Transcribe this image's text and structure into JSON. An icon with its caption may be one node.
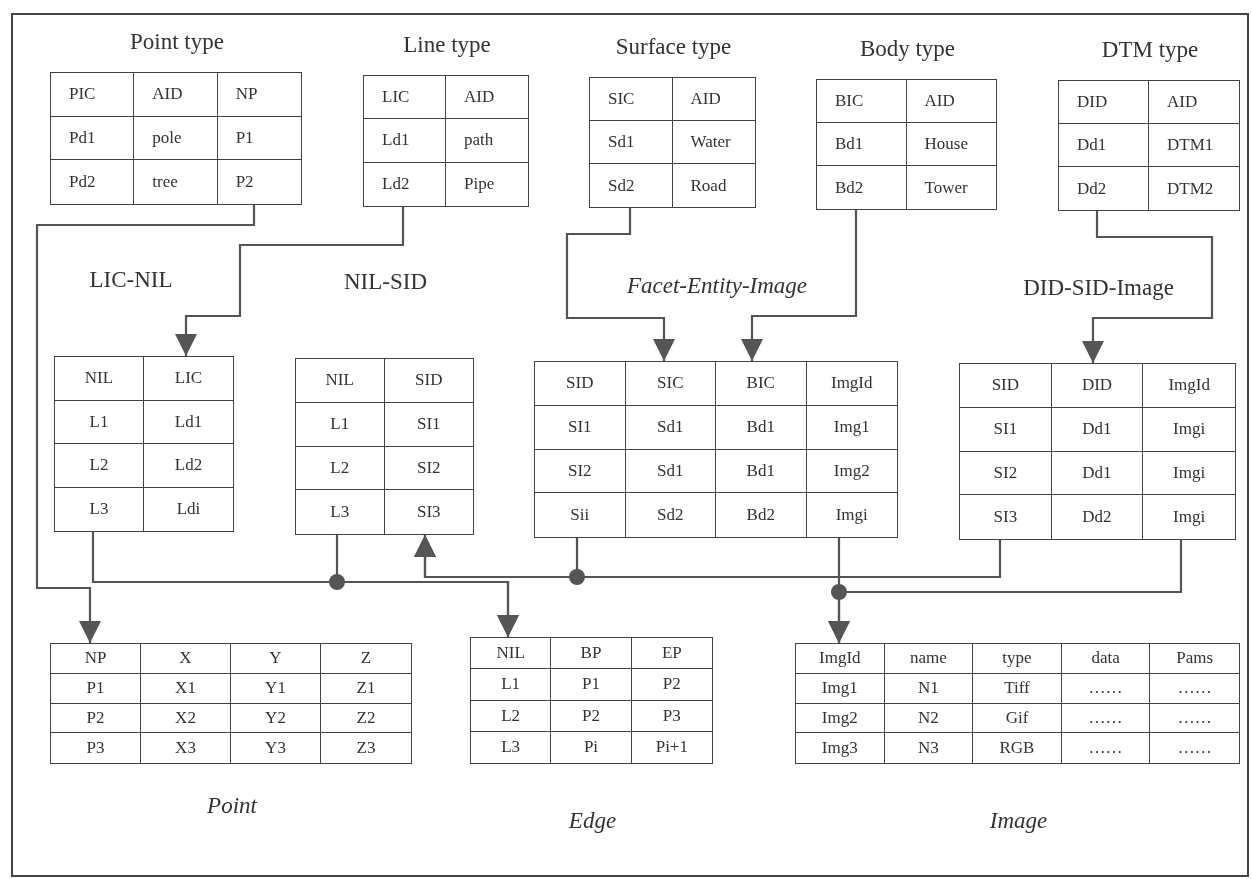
{
  "diagram": {
    "nodes": [
      {
        "text": [
          "Point type",
          "PIC",
          "AID",
          "NP",
          "Pd1",
          "pole",
          "P1",
          "Pd2",
          "tree",
          "P2"
        ]
      },
      {
        "text": [
          "Line type",
          "LIC",
          "AID",
          "Ld1",
          "path",
          "Ld2",
          "Pipe"
        ]
      },
      {
        "text": [
          "Surface type",
          "SIC",
          "AID",
          "Sd1",
          "Water",
          "Sd2",
          "Road"
        ]
      },
      {
        "text": [
          "Body type",
          "BIC",
          "AID",
          "Bd1",
          "House",
          "Bd2",
          "Tower"
        ]
      },
      {
        "text": [
          "DTM type",
          "DID",
          "AID",
          "Dd1",
          "DTM1",
          "Dd2",
          "DTM2"
        ]
      },
      {
        "text": [
          "LIC-NIL",
          "NIL",
          "LIC",
          "L1",
          "Ld1",
          "L2",
          "Ld2",
          "L3",
          "Ldi"
        ]
      },
      {
        "text": [
          "NIL-SID",
          "NIL",
          "SID",
          "L1",
          "SI1",
          "L2",
          "SI2",
          "L3",
          "SI3"
        ]
      },
      {
        "text": [
          "Facet-Entity-Image",
          "SID",
          "SIC",
          "BIC",
          "ImgId",
          "SI1",
          "Sd1",
          "Bd1",
          "Img1",
          "SI2",
          "Sd1",
          "Bd1",
          "Img2",
          "Sii",
          "Sd2",
          "Bd2",
          "Imgi"
        ]
      },
      {
        "text": [
          "DID-SID-Image",
          "SID",
          "DID",
          "ImgId",
          "SI1",
          "Dd1",
          "Imgi",
          "SI2",
          "Dd1",
          "Imgi",
          "SI3",
          "Dd2",
          "Imgi"
        ]
      },
      {
        "text": [
          "Point",
          "NP",
          "X",
          "Y",
          "Z",
          "P1",
          "X1",
          "Y1",
          "Z1",
          "P2",
          "X2",
          "Y2",
          "Z2",
          "P3",
          "X3",
          "Y3",
          "Z3"
        ]
      },
      {
        "text": [
          "Edge",
          "NIL",
          "BP",
          "EP",
          "L1",
          "P1",
          "P2",
          "L2",
          "P2",
          "P3",
          "L3",
          "Pi",
          "Pi+1"
        ]
      },
      {
        "text": [
          "Image",
          "ImgId",
          "name",
          "type",
          "data",
          "Pams",
          "Img1",
          "N1",
          "Tiff",
          "……",
          "……",
          "Img2",
          "N2",
          "Gif",
          "……",
          "……",
          "Img3",
          "N3",
          "RGB",
          "……",
          "……"
        ]
      }
    ],
    "edges": [
      {
        "from": 0,
        "to": 9,
        "arrow": "to"
      },
      {
        "from": 1,
        "to": 5,
        "arrow": "to"
      },
      {
        "from": 2,
        "to": 7,
        "arrow": "to"
      },
      {
        "from": 3,
        "to": 7,
        "arrow": "to"
      },
      {
        "from": 4,
        "to": 8,
        "arrow": "to"
      },
      {
        "from": 5,
        "to": 10,
        "arrow": "to"
      },
      {
        "from": 6,
        "to": 10,
        "arrow": "to"
      },
      {
        "from": 7,
        "to": 6,
        "arrow": "to"
      },
      {
        "from": 8,
        "to": 6,
        "arrow": "to"
      },
      {
        "from": 7,
        "to": 11,
        "arrow": "to"
      },
      {
        "from": 8,
        "to": 11,
        "arrow": "to"
      }
    ]
  }
}
